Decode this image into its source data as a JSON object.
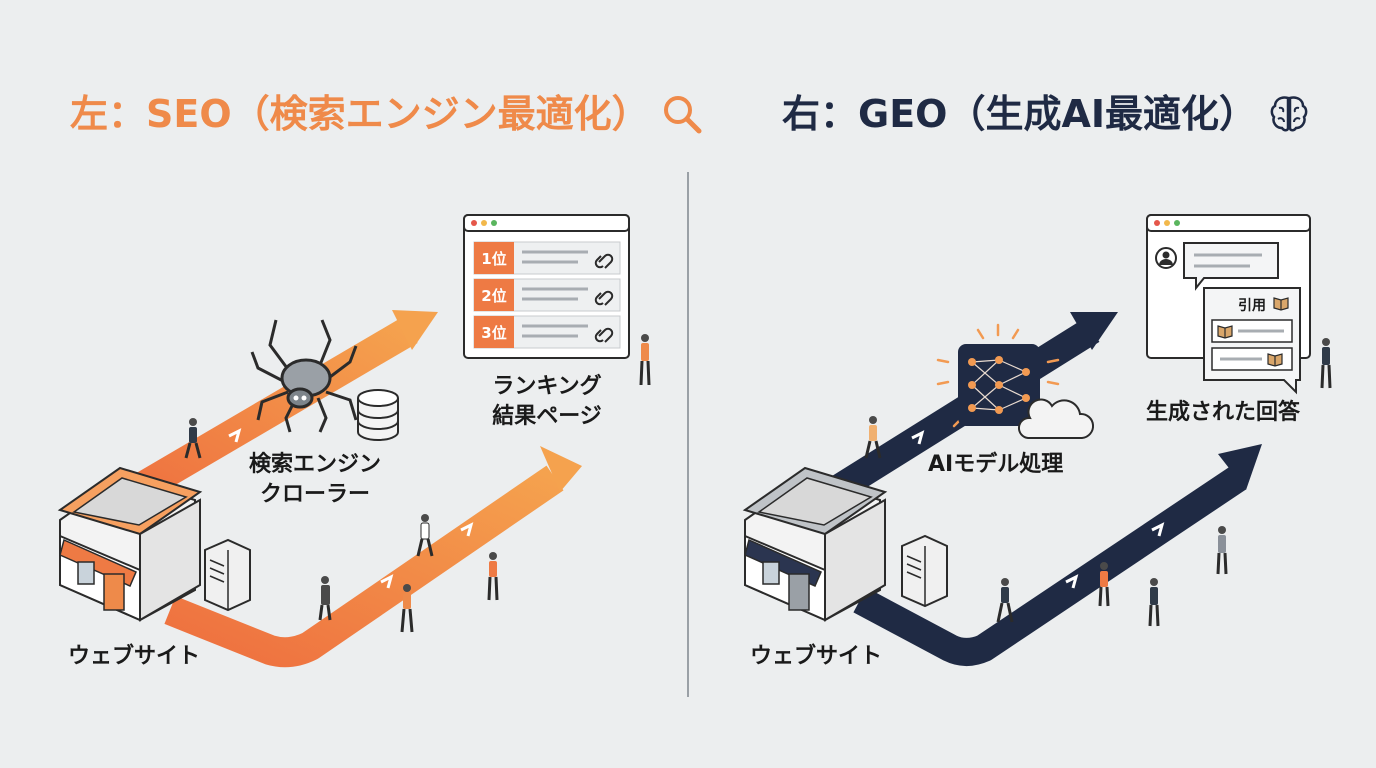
{
  "seo": {
    "title": "左：SEO（検索エンジン最適化）",
    "title_icon": "magnifier-icon",
    "ranks": [
      "1位",
      "2位",
      "3位"
    ],
    "crawler_label": [
      "検索エンジン",
      "クローラー"
    ],
    "results_label": [
      "ランキング",
      "結果ページ"
    ],
    "website_label": "ウェブサイト",
    "accent_color": "#ef8a4a"
  },
  "geo": {
    "title": "右：GEO（生成AI最適化）",
    "title_icon": "brain-icon",
    "citation_label": "引用",
    "model_label": "AIモデル処理",
    "answer_label": "生成された回答",
    "website_label": "ウェブサイト",
    "accent_color": "#1f2a44"
  }
}
